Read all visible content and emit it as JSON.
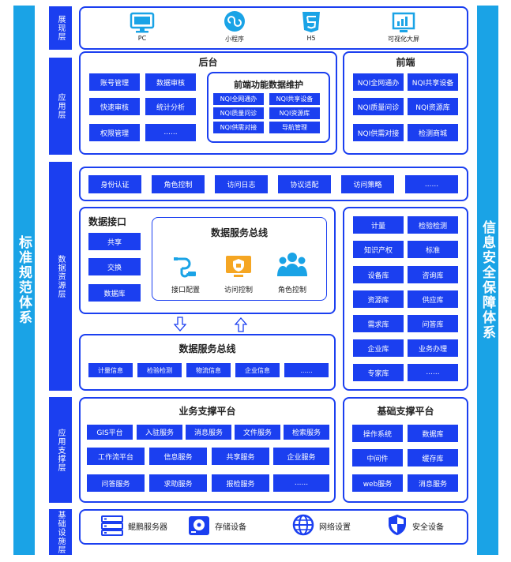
{
  "sides": {
    "left": "标准规范体系",
    "right": "信息安全保障体系"
  },
  "layers": {
    "display": "展现层",
    "application": "应用层",
    "data_resource": "数据资源层",
    "app_support": "应用支撑层",
    "infrastructure": "基础设施层"
  },
  "display": {
    "items": [
      "PC",
      "小程序",
      "H5",
      "可视化大屏"
    ]
  },
  "backend": {
    "title": "后台",
    "buttons": [
      "账号管理",
      "数据审核",
      "快速审核",
      "统计分析",
      "权限管理",
      "......"
    ],
    "sub_title": "前端功能数据维护",
    "sub_buttons": [
      "NQI全网通办",
      "NQI共享设备",
      "NQI质量问诊",
      "NQI资源库",
      "NQI供需对接",
      "导航管理"
    ]
  },
  "frontend": {
    "title": "前端",
    "buttons": [
      "NQI全网通办",
      "NQI共享设备",
      "NQI质量问诊",
      "NQI资源库",
      "NQI供需对接",
      "检测商城"
    ]
  },
  "security_row": [
    "身份认证",
    "角色控制",
    "访问日志",
    "协议适配",
    "访问策略",
    "......"
  ],
  "data_interface": {
    "title": "数据接口",
    "buttons": [
      "共享",
      "交换",
      "数据库"
    ]
  },
  "bus_top": {
    "title": "数据服务总线",
    "items": [
      "接口配置",
      "访问控制",
      "角色控制"
    ]
  },
  "bus_bottom": {
    "title": "数据服务总线",
    "buttons": [
      "计量信息",
      "检验检测",
      "物流信息",
      "企业信息",
      "......"
    ]
  },
  "resource_grid": [
    "计量",
    "检验检测",
    "知识产权",
    "标准",
    "设备库",
    "咨询库",
    "资源库",
    "供应库",
    "需求库",
    "问答库",
    "企业库",
    "业务办理",
    "专家库",
    "......"
  ],
  "biz_platform": {
    "title": "业务支撑平台",
    "row1": [
      "GIS平台",
      "入驻服务",
      "消息服务",
      "文件服务",
      "检索服务"
    ],
    "row2": [
      "工作流平台",
      "信息服务",
      "共享服务",
      "企业服务"
    ],
    "row3": [
      "问答服务",
      "求助服务",
      "报检服务",
      "......"
    ]
  },
  "base_platform": {
    "title": "基础支撑平台",
    "buttons": [
      "操作系统",
      "数据库",
      "中间件",
      "缓存库",
      "web服务",
      "消息服务"
    ]
  },
  "infra": {
    "items": [
      "鲲鹏服务器",
      "存储设备",
      "网络设置",
      "安全设备"
    ]
  },
  "colors": {
    "primary": "#1b3ff0",
    "side": "#1aa3e6",
    "icon_blue": "#1aa3e6",
    "icon_orange": "#f5a623"
  }
}
